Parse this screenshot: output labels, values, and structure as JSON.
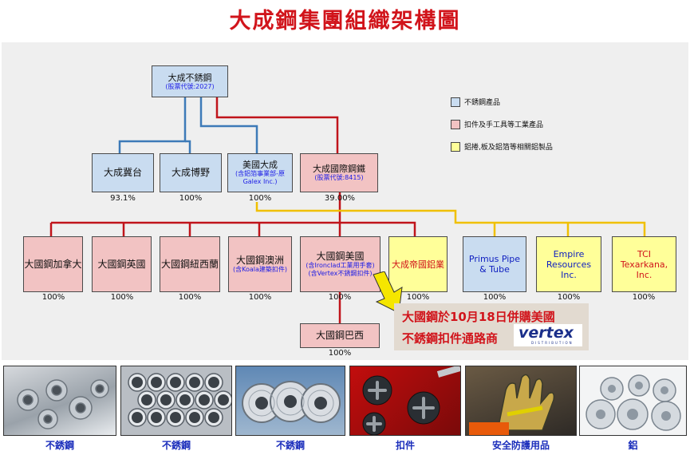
{
  "title": "大成鋼集團組織架構圖",
  "legend": [
    {
      "label": "不銹鋼產品",
      "color": "#c9dcf0"
    },
    {
      "label": "扣件及手工具等工業產品",
      "color": "#f2c3c3"
    },
    {
      "label": "鋁捲,板及鋁箔等相關鋁製品",
      "color": "#ffff99"
    }
  ],
  "root": {
    "name": "大成不銹鋼",
    "sub": "(股票代號:2027)"
  },
  "level1": [
    {
      "name": "大成冀台",
      "pct": "93.1%"
    },
    {
      "name": "大成博野",
      "pct": "100%"
    },
    {
      "name": "美國大成",
      "sub": "(含鋁箔事業部-原Galex Inc.)",
      "pct": "100%"
    },
    {
      "name": "大成國際鋼鐵",
      "sub": "(股票代號:8415)",
      "pct": "39.00%"
    }
  ],
  "level2": [
    {
      "name": "大國鋼加拿大",
      "pct": "100%"
    },
    {
      "name": "大國鋼英國",
      "pct": "100%"
    },
    {
      "name": "大國鋼紐西蘭",
      "pct": "100%"
    },
    {
      "name": "大國鋼澳洲",
      "sub": "(含Koala建築扣件)",
      "pct": "100%"
    },
    {
      "name": "大國鋼美國",
      "sub1": "(含Ironclad工業用手套)",
      "sub2": "(含Vertex不銹鋼扣件)",
      "pct": "100%"
    },
    {
      "name": "大成帝國鋁業",
      "pct": "100%"
    },
    {
      "name": "Primus Pipe & Tube",
      "pct": "100%"
    },
    {
      "name": "Empire Resources Inc.",
      "pct": "100%"
    },
    {
      "name": "TCI Texarkana, Inc.",
      "pct": "100%"
    }
  ],
  "level3": {
    "name": "大國鋼巴西",
    "pct": "100%"
  },
  "callout": {
    "line1": "大國鋼於10月18日併購美國",
    "line2": "不銹鋼扣件通路商",
    "logo_word": "vertex",
    "logo_tag": "DISTRIBUTION"
  },
  "photos": [
    {
      "caption": "不銹鋼",
      "icon": "pipe-fittings-photo"
    },
    {
      "caption": "不銹鋼",
      "icon": "steel-pipes-photo"
    },
    {
      "caption": "不銹鋼",
      "icon": "steel-coils-photo"
    },
    {
      "caption": "扣件",
      "icon": "screws-photo"
    },
    {
      "caption": "安全防護用品",
      "icon": "work-gloves-photo"
    },
    {
      "caption": "鋁",
      "icon": "aluminum-coils-photo"
    }
  ],
  "colors": {
    "stainless": "#c9dcf0",
    "industrial": "#f2c3c3",
    "aluminum": "#ffff99",
    "line_blue": "#3d7ab8",
    "line_red": "#c0141b",
    "line_yellow": "#f0c000",
    "title_red": "#d1141b"
  }
}
